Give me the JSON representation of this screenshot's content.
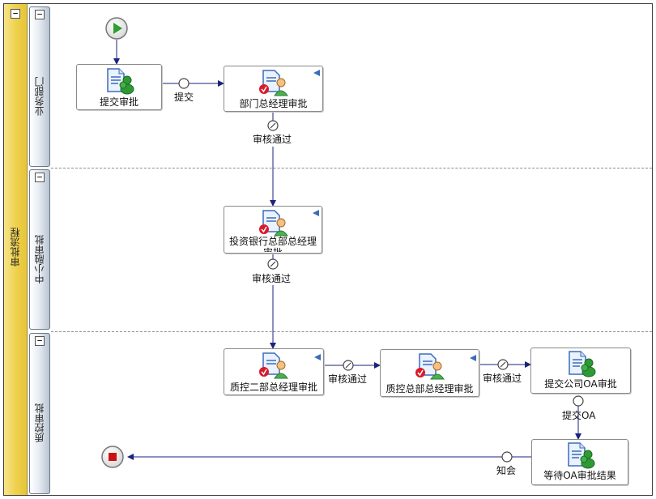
{
  "pool": {
    "title": "审批流程",
    "collapse_glyph": "−"
  },
  "lanes": [
    {
      "title": "业务部门",
      "collapse_glyph": "−"
    },
    {
      "title": "中小融审批",
      "collapse_glyph": "−"
    },
    {
      "title": "质控审批",
      "collapse_glyph": "−"
    }
  ],
  "tasks": {
    "submit": {
      "label": "提交审批",
      "icon": "user-task-icon"
    },
    "dept_gm": {
      "label": "部门总经理审批",
      "icon": "approval-task-icon"
    },
    "ib_gm": {
      "label": "投资银行总部总经理审批",
      "icon": "approval-task-icon"
    },
    "qc2_gm": {
      "label": "质控二部总经理审批",
      "icon": "approval-task-icon"
    },
    "qc_gm": {
      "label": "质控总部总经理审批",
      "icon": "approval-task-icon"
    },
    "submit_oa": {
      "label": "提交公司OA审批",
      "icon": "user-task-icon"
    },
    "wait_oa": {
      "label": "等待OA审批结果",
      "icon": "user-task-icon"
    }
  },
  "edges": {
    "submit": "提交",
    "approved_1": "审核通过",
    "approved_2": "审核通过",
    "approved_3": "审核通过",
    "approved_4": "审核通过",
    "submit_oa": "提交OA",
    "notify": "知会"
  },
  "colors": {
    "start": "#2e9e2e",
    "end": "#cc1111",
    "arrow": "#1a237e",
    "pool_header": "#eed04b",
    "lane_header": "#c7d1dc"
  }
}
